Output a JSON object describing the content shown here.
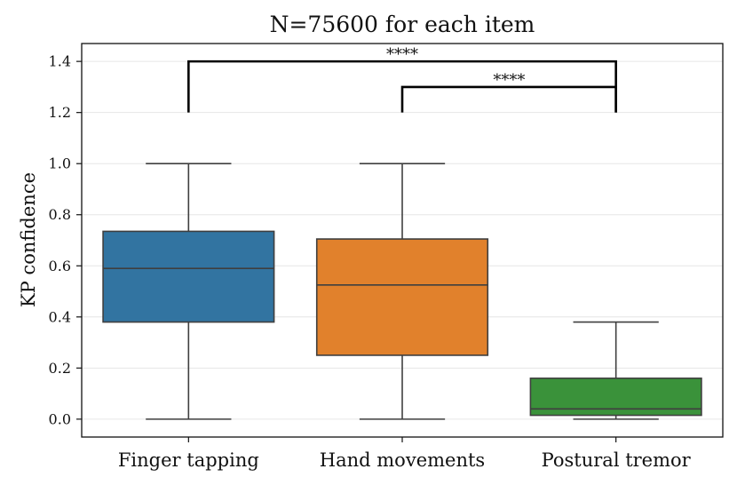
{
  "chart_data": {
    "type": "box",
    "title": "N=75600 for each item",
    "xlabel": "",
    "ylabel": "KP confidence",
    "ylim": [
      -0.07,
      1.47
    ],
    "yticks": [
      0.0,
      0.2,
      0.4,
      0.6,
      0.8,
      1.0,
      1.2,
      1.4
    ],
    "ytick_labels": [
      "0.0",
      "0.2",
      "0.4",
      "0.6",
      "0.8",
      "1.0",
      "1.2",
      "1.4"
    ],
    "grid": "horizontal",
    "categories": [
      "Finger tapping",
      "Hand movements",
      "Postural tremor"
    ],
    "boxes": [
      {
        "whisker_low": 0.0,
        "q1": 0.38,
        "median": 0.59,
        "q3": 0.735,
        "whisker_high": 1.0,
        "color": "#3274a1"
      },
      {
        "whisker_low": 0.0,
        "q1": 0.25,
        "median": 0.525,
        "q3": 0.705,
        "whisker_high": 1.0,
        "color": "#e1812c"
      },
      {
        "whisker_low": 0.0,
        "q1": 0.015,
        "median": 0.04,
        "q3": 0.16,
        "whisker_high": 0.38,
        "color": "#3a923a"
      }
    ],
    "annotations": [
      {
        "from": 0,
        "to": 2,
        "y": 1.4,
        "drop_to": 1.2,
        "text": "****"
      },
      {
        "from": 1,
        "to": 2,
        "y": 1.3,
        "drop_to": 1.2,
        "text": "****"
      }
    ]
  }
}
